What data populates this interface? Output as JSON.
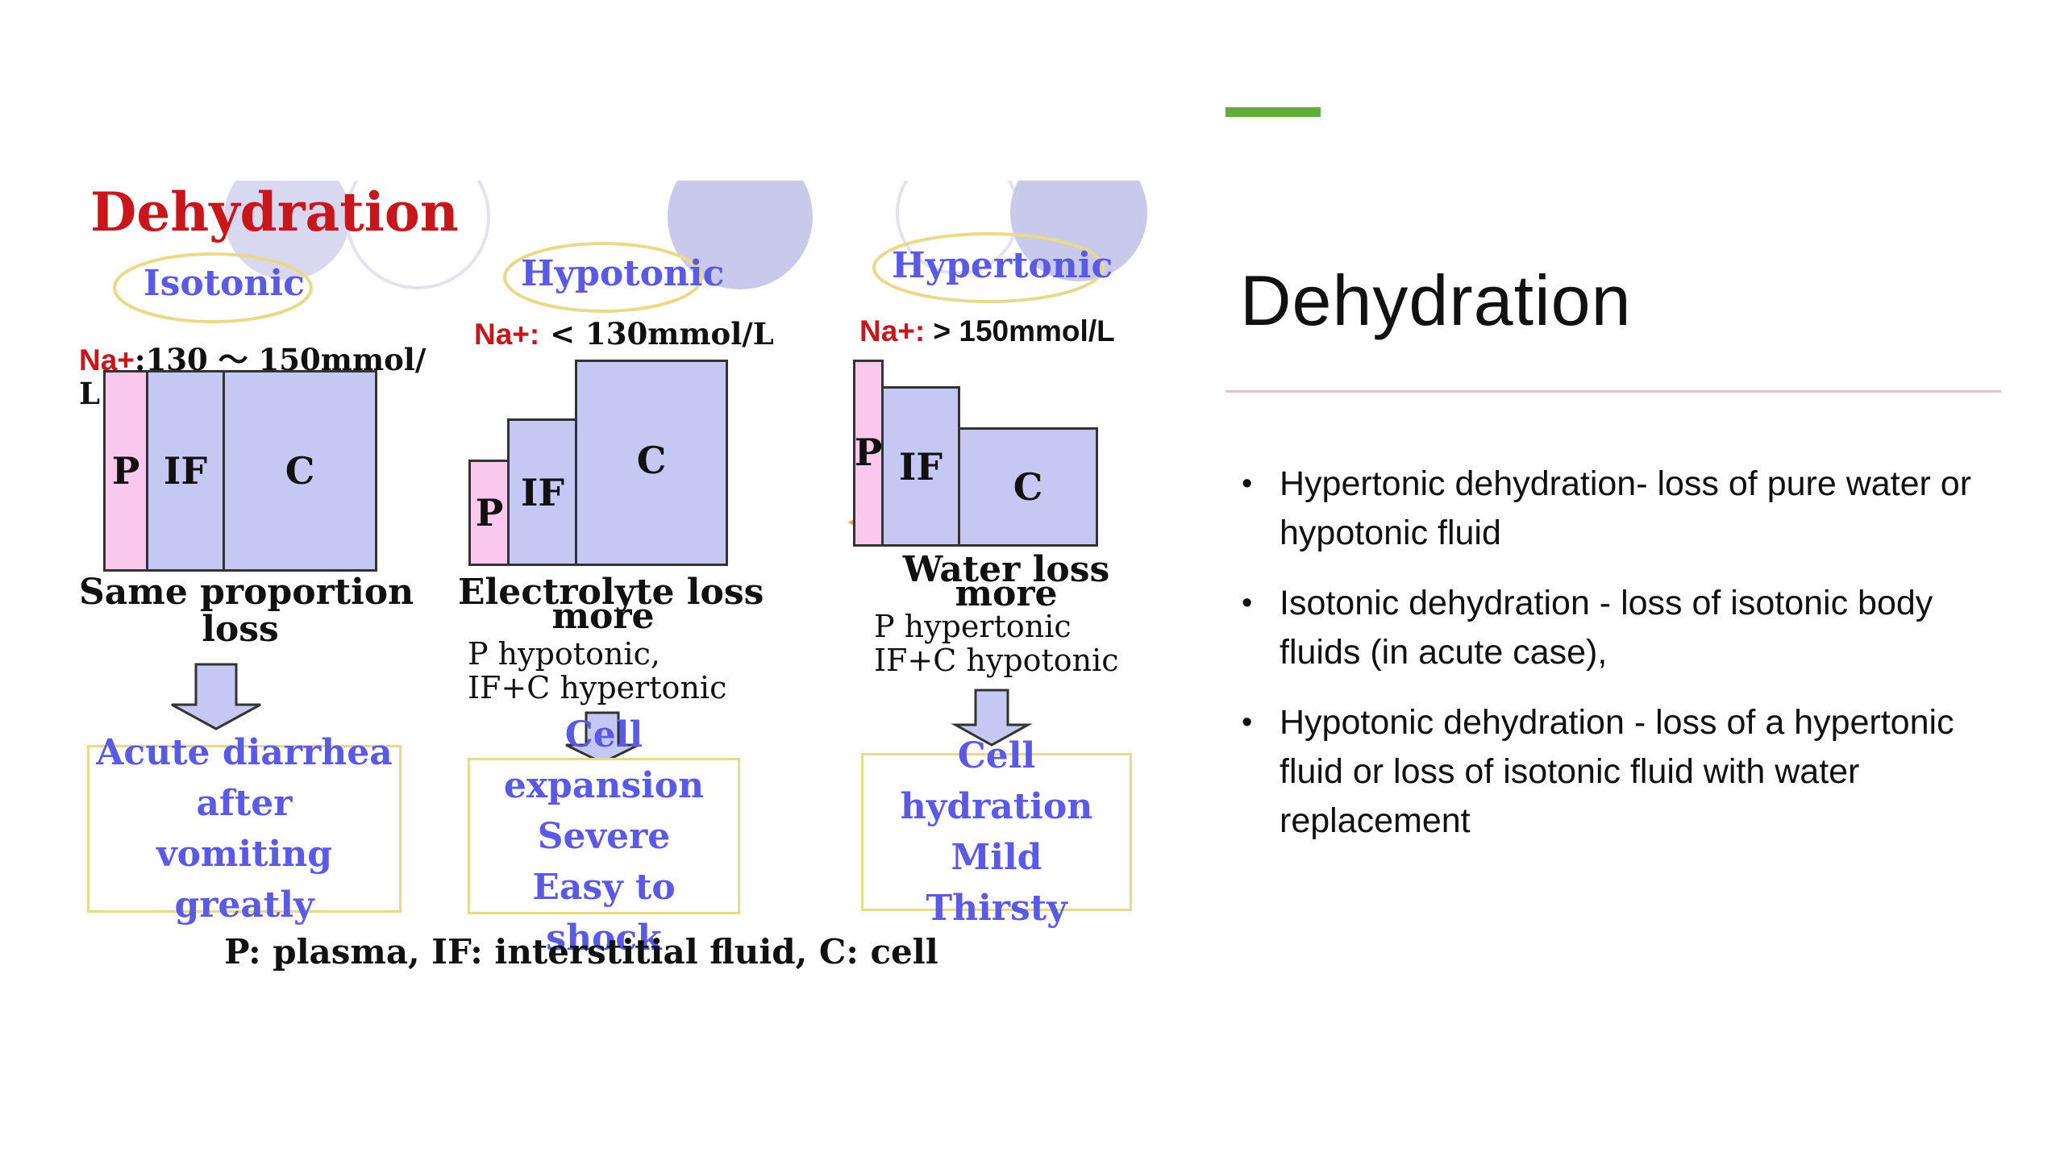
{
  "figure": {
    "title": "Dehydration",
    "columns": [
      {
        "type": "Isotonic",
        "na_prefix": "Na+",
        "na_value": ":130 ～ 150mmol/",
        "na_value_wrap": "L",
        "components": {
          "p": "P",
          "if": "IF",
          "c": "C"
        },
        "caption_lines": [
          "Same proportion",
          "loss"
        ],
        "note_lines": [],
        "outcome_lines": [
          "Acute diarrhea",
          "after",
          "vomiting greatly"
        ]
      },
      {
        "type": "Hypotonic",
        "na_prefix": "Na+:",
        "na_value": " < 130mmol/L",
        "components": {
          "p": "P",
          "if": "IF",
          "c": "C"
        },
        "caption_lines": [
          "Electrolyte loss",
          "more"
        ],
        "note_lines": [
          "P   hypotonic,",
          "IF+C   hypertonic"
        ],
        "outcome_lines": [
          "Cell expansion",
          "Severe",
          "Easy to shock"
        ]
      },
      {
        "type": "Hypertonic",
        "na_prefix": "Na+:",
        "na_value": " > 150mmol/L",
        "components": {
          "p": "P",
          "if": "IF",
          "c": "C"
        },
        "caption_lines": [
          "Water loss",
          "more"
        ],
        "note_lines": [
          "P hypertonic",
          "IF+C   hypotonic"
        ],
        "outcome_lines": [
          "Cell hydration",
          "Mild",
          "Thirsty"
        ]
      }
    ],
    "legend": "P: plasma,  IF:  interstitial fluid, C: cell"
  },
  "slide": {
    "title": "Dehydration",
    "bullets": [
      "Hypertonic dehydration- loss of pure water or hypotonic fluid",
      "Isotonic dehydration - loss of isotonic body fluids (in acute case),",
      "Hypotonic dehydration - loss of a hypertonic fluid or loss of isotonic fluid with water replacement"
    ]
  },
  "colors": {
    "accent_bar": "#5cb035",
    "divider": "#e6c4c4",
    "figure_title": "#c8161d",
    "type_label": "#5a5ae6",
    "compartment_fill": "#c5c8f2",
    "plasma_fill": "#f9c8ec",
    "outcome_border": "#ebd98a",
    "arrow": "#f0a040"
  },
  "icons": {
    "bullet": "•"
  }
}
